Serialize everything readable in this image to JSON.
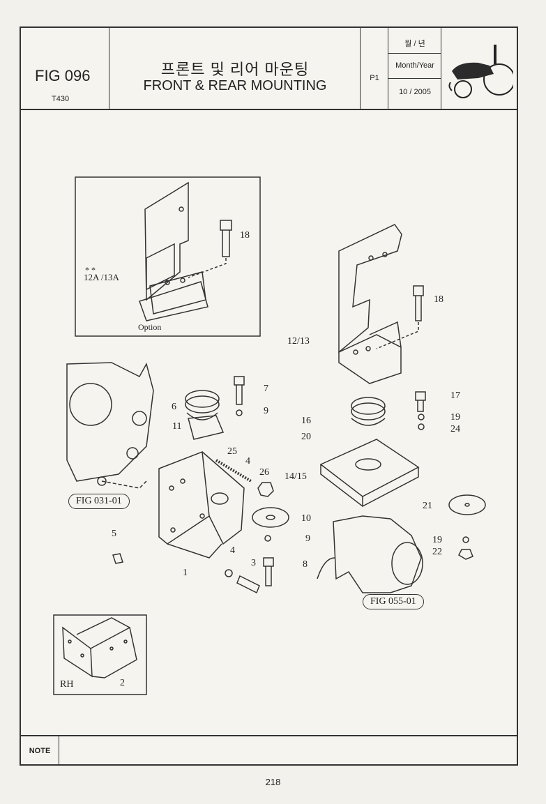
{
  "header": {
    "fig_number": "FIG 096",
    "model": "T430",
    "title_korean": "프론트 및 리어 마운팅",
    "title_english": "FRONT & REAR MOUNTING",
    "page_code": "P1",
    "date_label_korean": "월 / 년",
    "date_label": "Month/Year",
    "date_value": "10 / 2005",
    "logo_icon": "tractor-icon"
  },
  "diagram": {
    "option_caption": "Option",
    "rh_caption": "RH",
    "callouts": {
      "c18a": "18",
      "c12a": "12A /13A",
      "c12a_star": "*       *",
      "c18b": "18",
      "c1213": "12/13",
      "c7": "7",
      "c6": "6",
      "c9a": "9",
      "c11": "11",
      "c25": "25",
      "c4a": "4",
      "c26": "26",
      "c10": "10",
      "c9b": "9",
      "c5": "5",
      "c1": "1",
      "c4b": "4",
      "c3": "3",
      "c8": "8",
      "c2": "2",
      "c17": "17",
      "c16": "16",
      "c19a": "19",
      "c24": "24",
      "c20": "20",
      "c1415": "14/15",
      "c21": "21",
      "c19b": "19",
      "c22": "22"
    },
    "references": {
      "fig031": "FIG 031-01",
      "fig055": "FIG 055-01"
    }
  },
  "note": {
    "label": "NOTE"
  },
  "page_number": "218"
}
